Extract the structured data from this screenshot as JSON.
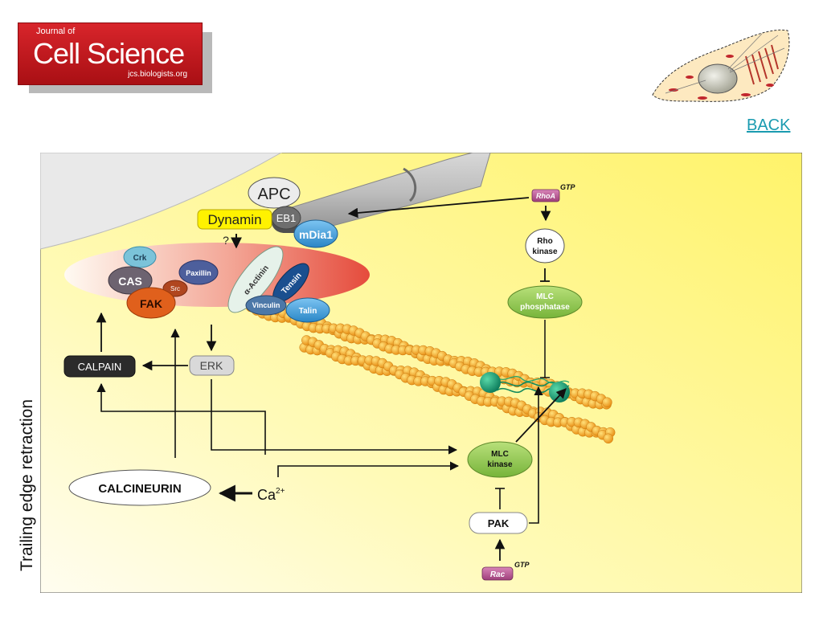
{
  "logo": {
    "journal_of": "Journal of",
    "name": "Cell Science",
    "url": "jcs.biologists.org"
  },
  "nav": {
    "back_label": "BACK"
  },
  "side_label": "Trailing edge retraction",
  "diagram": {
    "apc": "APC",
    "eb1": "EB1",
    "dynamin": "Dynamin",
    "mdia1": "mDia1",
    "question": "?",
    "crk": "Crk",
    "cas": "CAS",
    "paxillin": "Paxillin",
    "src": "Src",
    "fak": "FAK",
    "actinin": "α-Actinin",
    "tensin": "Tensin",
    "vinculin": "Vinculin",
    "talin": "Talin",
    "rhoa": "RhoA",
    "gtp": "GTP",
    "rho_kinase_1": "Rho",
    "rho_kinase_2": "kinase",
    "mlc_phos_1": "MLC",
    "mlc_phos_2": "phosphatase",
    "calpain": "CALPAIN",
    "erk": "ERK",
    "calcineurin": "CALCINEURIN",
    "ca": "Ca",
    "ca_sup": "2+",
    "mlc_kinase_1": "MLC",
    "mlc_kinase_2": "kinase",
    "pak": "PAK",
    "rac": "Rac"
  },
  "colors": {
    "background_yellow": "#fff27a",
    "fak_orange": "#e0601c",
    "rhoa_purple": "#b2578f",
    "mlc_green": "#8cc63f",
    "actin_bead": "#f7a823",
    "myosin_teal": "#129a74"
  }
}
